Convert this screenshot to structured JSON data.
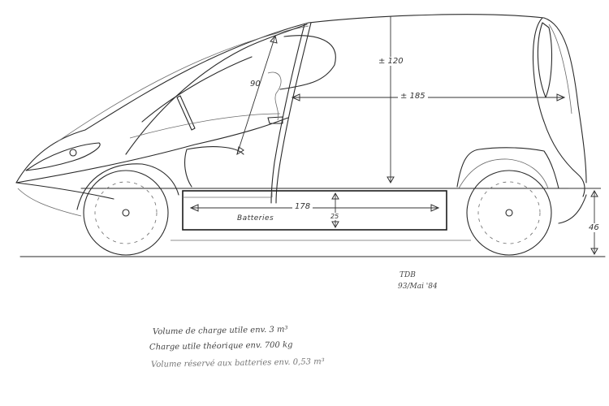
{
  "drawing": {
    "subject": "Electric delivery van side-view sketch",
    "dimensions": {
      "interior_height": "± 120",
      "cargo_length": "± 185",
      "seat_diagonal": "90",
      "battery_length": "178",
      "battery_height": "25",
      "ground_clearance": "46"
    },
    "labels": {
      "batteries": "Batteries"
    },
    "signature": {
      "initials": "TDB",
      "date": "93/Mai '84"
    },
    "notes": [
      "Volume de charge utile env. 3 m³",
      "Charge utile théorique env. 700 kg",
      "Volume réservé aux batteries env. 0,53 m³"
    ]
  }
}
